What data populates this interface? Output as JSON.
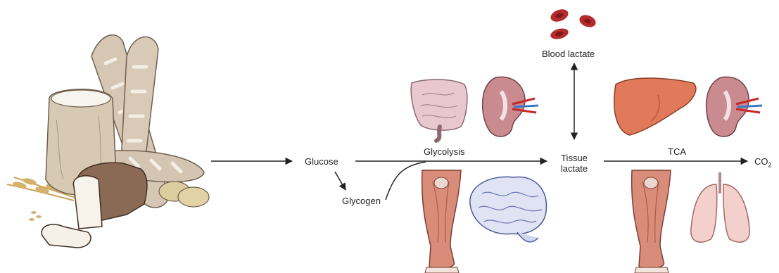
{
  "nodes": {
    "glucose": "Glucose",
    "glycogen": "Glycogen",
    "glycolysis": "Glycolysis",
    "tissue_lactate_line1": "Tissue",
    "tissue_lactate_line2": "lactate",
    "blood_lactate": "Blood lactate",
    "tca": "TCA",
    "co2_main": "CO",
    "co2_sub": "2"
  },
  "illustrations": {
    "food": "bread-and-grains-icon",
    "blood_cells": "red-blood-cells-icon",
    "intestine": "intestine-icon",
    "kidney": "kidney-icon",
    "muscle": "leg-muscle-icon",
    "brain": "brain-icon",
    "liver": "liver-icon",
    "lungs": "lungs-icon"
  },
  "colors": {
    "arrow": "#222222",
    "bread": "#d8c9b4",
    "loaf": "#8a6a55",
    "blood": "#b52a2a",
    "intestine": "#e8c7cf",
    "kidney": "#c98a90",
    "muscle": "#d98c7a",
    "brain": "#dfe3f4",
    "liver": "#e07a5a",
    "lungs": "#f3d0cc"
  }
}
